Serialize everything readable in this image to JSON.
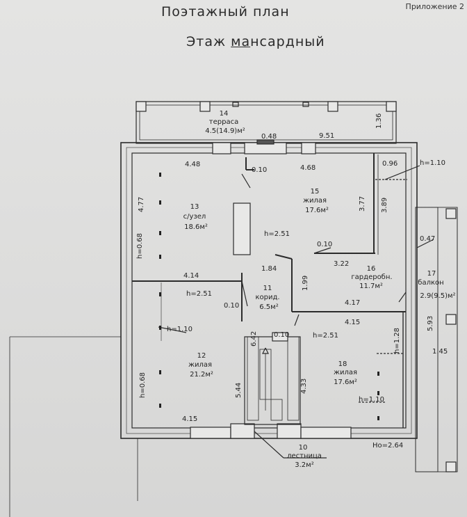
{
  "header": {
    "title": "Поэтажный план",
    "subtitle_pre": "Этаж ",
    "subtitle_underlined": "ма",
    "subtitle_post": "нсардный",
    "appendix": "Приложение 2"
  },
  "rooms": [
    {
      "id": "r14",
      "number": "14",
      "name": "терраса",
      "area": "4.5(14.9)м²"
    },
    {
      "id": "r13",
      "number": "13",
      "name": "с/узел",
      "area": "18.6м²"
    },
    {
      "id": "r15",
      "number": "15",
      "name": "жилая",
      "area": "17.6м²"
    },
    {
      "id": "r11",
      "number": "11",
      "name": "корид.",
      "area": "6.5м²"
    },
    {
      "id": "r16",
      "number": "16",
      "name": "гардеробн.",
      "area": "11.7м²"
    },
    {
      "id": "r17",
      "number": "17",
      "name": "балкон",
      "area": "2.9(9.5)м²"
    },
    {
      "id": "r12",
      "number": "12",
      "name": "жилая",
      "area": "21.2м²"
    },
    {
      "id": "r18",
      "number": "18",
      "name": "жилая",
      "area": "17.6м²"
    },
    {
      "id": "r10",
      "number": "10",
      "name": "лестница",
      "area": "3.2м²"
    }
  ],
  "dimensions": [
    {
      "id": "d1",
      "text": "1.36"
    },
    {
      "id": "d2",
      "text": "0.48"
    },
    {
      "id": "d3",
      "text": "9.51"
    },
    {
      "id": "d4",
      "text": "4.48"
    },
    {
      "id": "d5",
      "text": "0.10"
    },
    {
      "id": "d6",
      "text": "4.68"
    },
    {
      "id": "d7",
      "text": "0.96"
    },
    {
      "id": "d8",
      "text": "h=1.10"
    },
    {
      "id": "d9",
      "text": "4.77"
    },
    {
      "id": "d10",
      "text": "h=0.68"
    },
    {
      "id": "d11",
      "text": "3.77"
    },
    {
      "id": "d12",
      "text": "3.89"
    },
    {
      "id": "d13",
      "text": "h=2.51"
    },
    {
      "id": "d14",
      "text": "0.10"
    },
    {
      "id": "d15",
      "text": "0.47"
    },
    {
      "id": "d16",
      "text": "1.84"
    },
    {
      "id": "d17",
      "text": "3.22"
    },
    {
      "id": "d18",
      "text": "4.14"
    },
    {
      "id": "d19",
      "text": "1.99"
    },
    {
      "id": "d20",
      "text": "h=2.51"
    },
    {
      "id": "d21",
      "text": "0.10"
    },
    {
      "id": "d22",
      "text": "4.17"
    },
    {
      "id": "d23",
      "text": "4.15"
    },
    {
      "id": "d24",
      "text": "5.93"
    },
    {
      "id": "d25",
      "text": "h=1.10"
    },
    {
      "id": "d26",
      "text": "6.42"
    },
    {
      "id": "d27",
      "text": "0.10"
    },
    {
      "id": "d28",
      "text": "h=2.51"
    },
    {
      "id": "d29",
      "text": "h=1.28"
    },
    {
      "id": "d30",
      "text": "h=0.68"
    },
    {
      "id": "d31",
      "text": "5.44"
    },
    {
      "id": "d32",
      "text": "4.33"
    },
    {
      "id": "d33",
      "text": "1.45"
    },
    {
      "id": "d34",
      "text": "h=1.10"
    },
    {
      "id": "d35",
      "text": "4.15"
    },
    {
      "id": "d36",
      "text": "Ho=2.64"
    }
  ]
}
